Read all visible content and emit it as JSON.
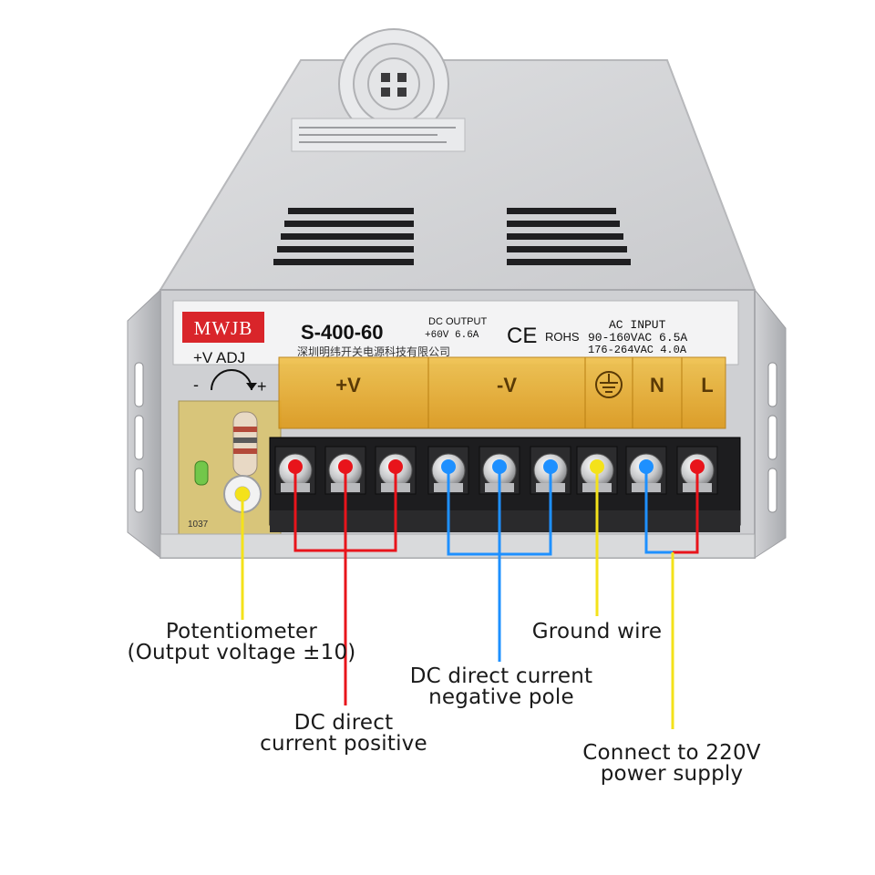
{
  "product": {
    "brand": "MWJB",
    "model": "S-400-60",
    "dc_output_title": "DC OUTPUT",
    "dc_output_rating": "+60V 6.6A",
    "ce_mark": "CE",
    "rohs": "ROHS",
    "ac_input_title": "AC INPUT",
    "ac_input_line1": "90-160VAC  6.5A",
    "ac_input_line2": "176-264VAC  4.0A",
    "manufacturer_cn": "深圳明纬开关电源科技有限公司",
    "adj_label": "+V ADJ",
    "adj_minus": "-",
    "adj_plus": "+",
    "board_code": "1037"
  },
  "terminal_labels": {
    "positive": "+V",
    "negative": "-V",
    "ground_symbol": "earth-ground-icon",
    "neutral": "N",
    "line": "L"
  },
  "terminal_dots": [
    "red",
    "red",
    "red",
    "blue",
    "blue",
    "blue",
    "yellow",
    "blue",
    "red"
  ],
  "colors": {
    "red_wire": "#e8141b",
    "blue_wire": "#1e90ff",
    "yellow_wire": "#f4e21a",
    "terminal_cover": "#e6a82e",
    "chassis": "#d7d8da"
  },
  "captions": {
    "potentiometer_line1": "Potentiometer",
    "potentiometer_line2": "(Output voltage ±10)",
    "dc_positive_line1": "DC direct",
    "dc_positive_line2": "current positive",
    "dc_negative_line1": "DC direct current",
    "dc_negative_line2": "negative pole",
    "ground": "Ground wire",
    "ac_line1": "Connect to 220V",
    "ac_line2": "power supply"
  }
}
